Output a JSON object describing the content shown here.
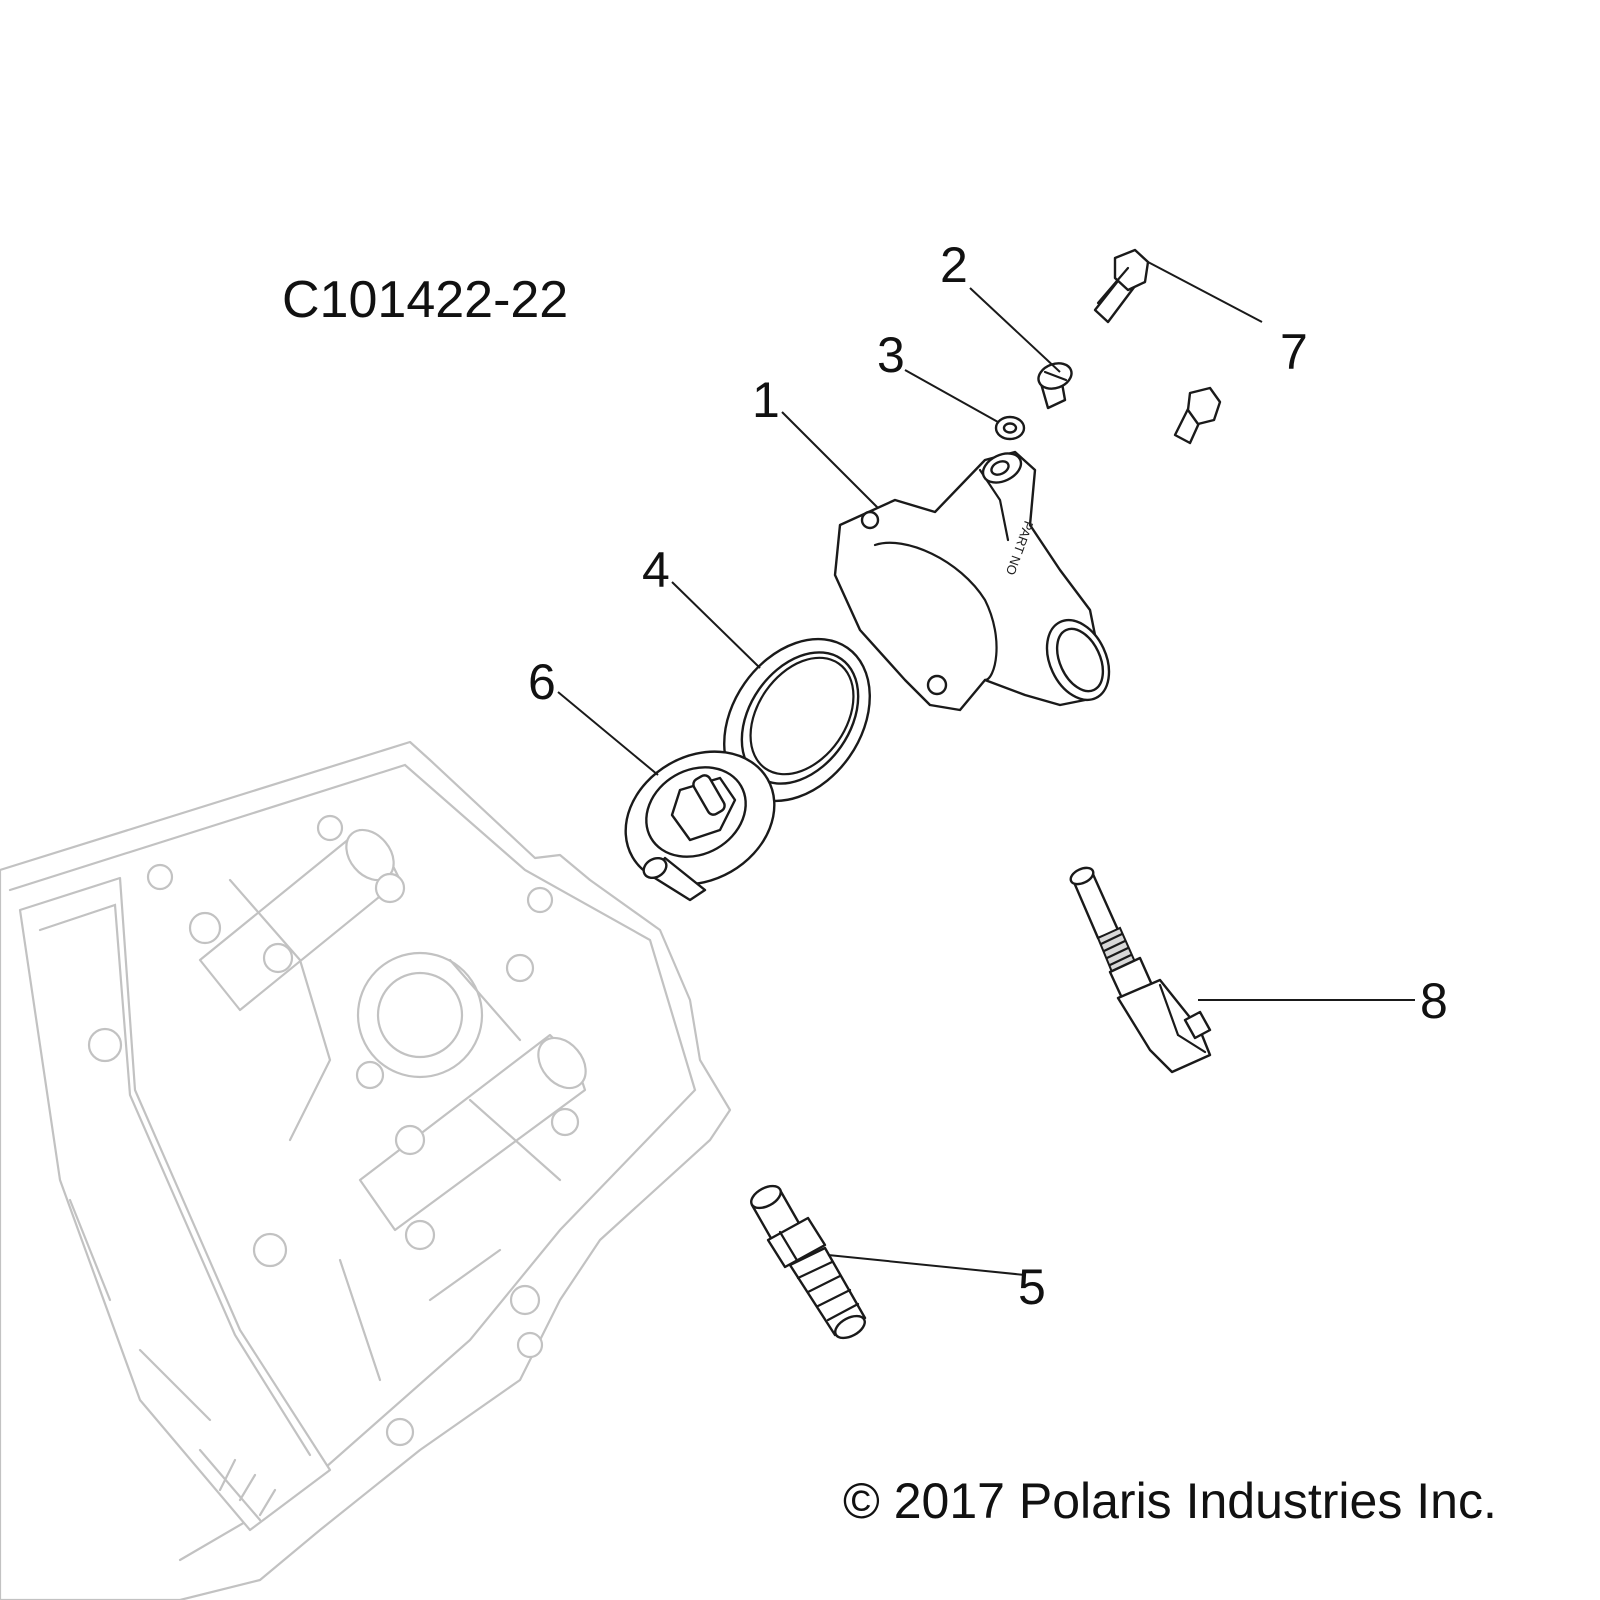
{
  "diagram": {
    "id_label": "C101422-22",
    "copyright": "© 2017 Polaris Industries Inc.",
    "callouts": [
      {
        "key": "c1",
        "number": "1"
      },
      {
        "key": "c2",
        "number": "2"
      },
      {
        "key": "c3",
        "number": "3"
      },
      {
        "key": "c4",
        "number": "4"
      },
      {
        "key": "c5",
        "number": "5"
      },
      {
        "key": "c6",
        "number": "6"
      },
      {
        "key": "c7",
        "number": "7"
      },
      {
        "key": "c8",
        "number": "8"
      }
    ]
  }
}
